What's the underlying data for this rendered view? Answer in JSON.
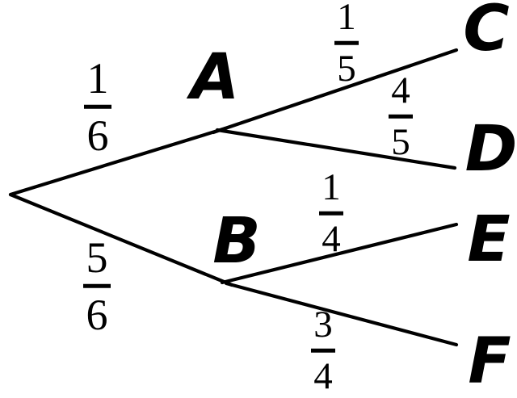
{
  "colors": {
    "background": "#ffffff",
    "ink": "#000000"
  },
  "tree": {
    "level1": [
      {
        "node": "A",
        "num": "1",
        "den": "6"
      },
      {
        "node": "B",
        "num": "5",
        "den": "6"
      }
    ],
    "level2": [
      {
        "parent": "A",
        "node": "C",
        "num": "1",
        "den": "5"
      },
      {
        "parent": "A",
        "node": "D",
        "num": "4",
        "den": "5"
      },
      {
        "parent": "B",
        "node": "E",
        "num": "1",
        "den": "4"
      },
      {
        "parent": "B",
        "node": "F",
        "num": "3",
        "den": "4"
      }
    ]
  }
}
